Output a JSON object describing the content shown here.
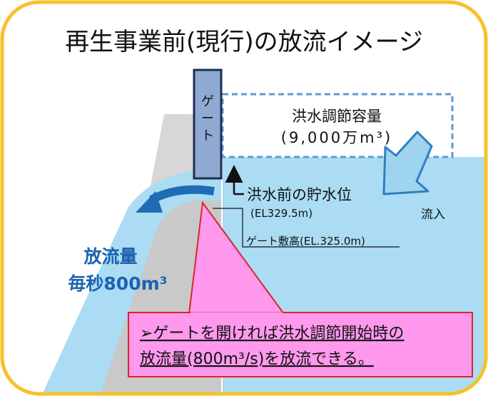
{
  "title": "再生事業前(現行)の放流イメージ",
  "gate_label": [
    "ゲ",
    "ー",
    "ト"
  ],
  "flood_capacity": {
    "label": "洪水調節容量",
    "value": "(9,000万m³)"
  },
  "inflow_label": "流入",
  "pre_flood_level": {
    "label": "洪水前の貯水位",
    "value": "(EL329.5m)"
  },
  "gate_sill": "ゲート敷高(EL.325.0m)",
  "discharge": {
    "label": "放流量",
    "value": "毎秒800m³"
  },
  "callout": {
    "line1": "➢ゲートを開ければ洪水調節開始時の",
    "line2": "放流量(800m³/s)を放流できる。"
  },
  "colors": {
    "frame_border": "#f6c12a",
    "water": "#abdcf3",
    "dam_gray": "#c8c8c8",
    "gate_fill": "#8fa9d3",
    "arrow_blue": "#1f6cb4",
    "callout_fill": "#ff99ee",
    "callout_border": "#d9262a",
    "dashed_blue": "#5b9bd5"
  }
}
